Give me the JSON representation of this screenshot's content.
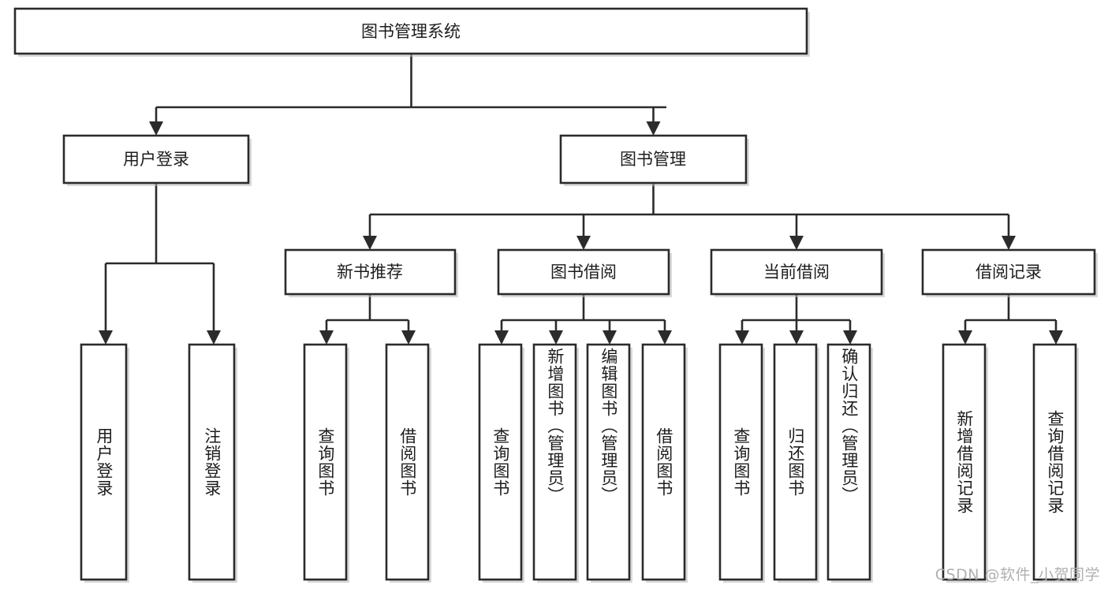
{
  "diagram": {
    "title": "图书管理系统",
    "type": "tree",
    "orientation": "top-down",
    "colors": {
      "box_fill": "#ffffff",
      "box_stroke": "#2b2b2b",
      "connector": "#2b2b2b",
      "text": "#1d1d1d",
      "background": "#ffffff",
      "watermark": "#b0b0b0"
    },
    "root": {
      "label": "图书管理系统"
    },
    "level2": [
      {
        "label": "用户登录"
      },
      {
        "label": "图书管理"
      }
    ],
    "level3": [
      {
        "label": "新书推荐"
      },
      {
        "label": "图书借阅"
      },
      {
        "label": "当前借阅"
      },
      {
        "label": "借阅记录"
      }
    ],
    "leaves_user_login": [
      {
        "label": "用户登录"
      },
      {
        "label": "注销登录"
      }
    ],
    "leaves_new_book": [
      {
        "label": "查询图书"
      },
      {
        "label": "借阅图书"
      }
    ],
    "leaves_borrow": [
      {
        "label": "查询图书"
      },
      {
        "label": "新增图书（管理员）"
      },
      {
        "label": "编辑图书（管理员）"
      },
      {
        "label": "借阅图书"
      }
    ],
    "leaves_current": [
      {
        "label": "查询图书"
      },
      {
        "label": "归还图书"
      },
      {
        "label": "确认归还（管理员）"
      }
    ],
    "leaves_records": [
      {
        "label": "新增借阅记录"
      },
      {
        "label": "查询借阅记录"
      }
    ]
  },
  "watermark": {
    "text": "CSDN @软件_小贺同学"
  }
}
